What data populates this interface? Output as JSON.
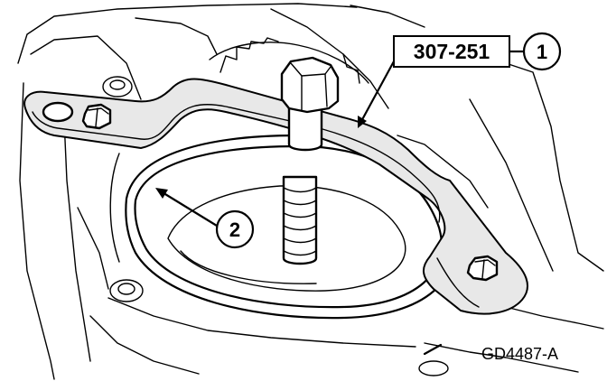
{
  "tool_number": "307-251",
  "callout_1": "1",
  "callout_2": "2",
  "figure_code": "GD4487-A"
}
